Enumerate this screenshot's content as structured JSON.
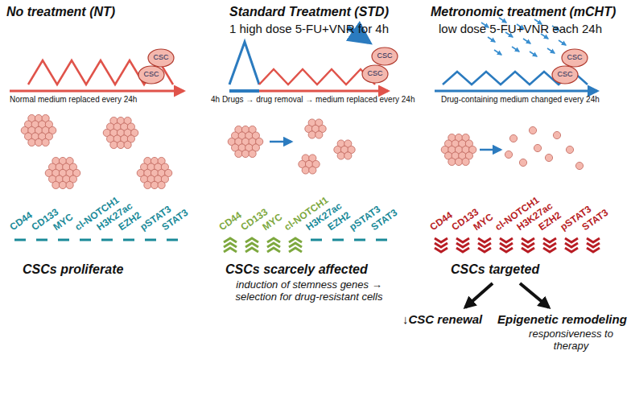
{
  "diagram": {
    "nodes": [
      {
        "text": [
          "CSC"
        ]
      },
      {
        "text": [
          "CSC"
        ]
      },
      {
        "text": [
          "CSC"
        ]
      },
      {
        "text": [
          "CSC"
        ]
      },
      {
        "text": [
          "CSC"
        ]
      },
      {
        "text": [
          "CSC"
        ]
      }
    ],
    "labels": [
      "No treatment (NT)",
      "Standard Treatment (STD)",
      "1 high dose 5-FU+VNR for 4h",
      "Metronomic treatment (mCHT)",
      "low dose 5-FU+VNR each 24h",
      "Normal medium replaced every 24h",
      "4h Drugs → drug removal → medium replaced every 24h",
      "Drug-containing medium changed every 24h",
      "CD44",
      "CD133",
      "MYC",
      "cl-NOTCH1",
      "H3K27ac",
      "EZH2",
      "pSTAT3",
      "STAT3",
      "CD44",
      "CD133",
      "MYC",
      "cl-NOTCH1",
      "H3K27ac",
      "EZH2",
      "pSTAT3",
      "STAT3",
      "CD44",
      "CD133",
      "MYC",
      "cl-NOTCH1",
      "H3K27ac",
      "EZH2",
      "pSTAT3",
      "STAT3",
      "CSCs proliferate",
      "CSCs scarcely affected",
      "induction of stemness genes → selection for drug-resistant cells",
      "CSCs targeted",
      "↓CSC renewal",
      "Epigenetic remodeling",
      "responsiveness to therapy"
    ]
  }
}
